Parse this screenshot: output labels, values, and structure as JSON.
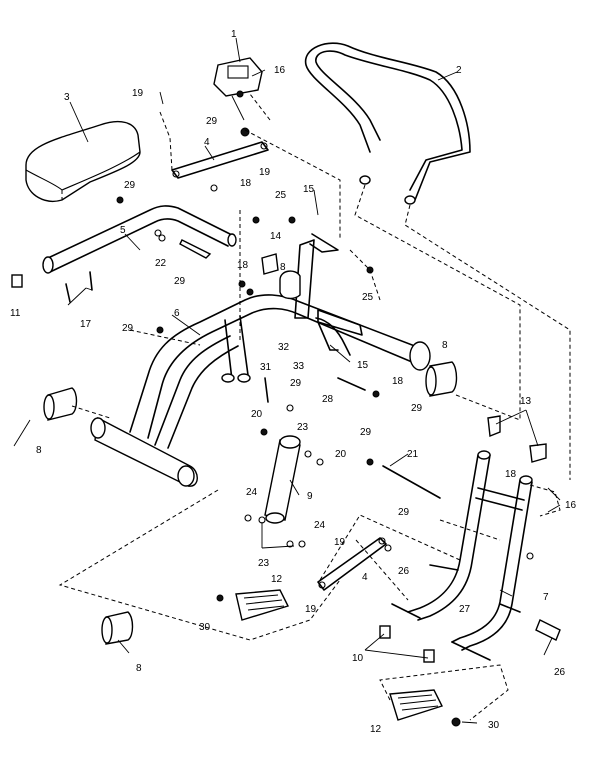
{
  "callouts": {
    "c1": "1",
    "c2": "2",
    "c3": "3",
    "c4a": "4",
    "c4b": "4",
    "c5": "5",
    "c6": "6",
    "c7": "7",
    "c8a": "8",
    "c8b": "8",
    "c8c": "8",
    "c8d": "8",
    "c9": "9",
    "c10": "10",
    "c11": "11",
    "c12a": "12",
    "c12b": "12",
    "c13": "13",
    "c14": "14",
    "c15a": "15",
    "c15b": "15",
    "c16a": "16",
    "c16b": "16",
    "c17": "17",
    "c18a": "18",
    "c18b": "18",
    "c18c": "18",
    "c18d": "18",
    "c19a": "19",
    "c19b": "19",
    "c19c": "19",
    "c19d": "19",
    "c20a": "20",
    "c20b": "20",
    "c21": "21",
    "c22": "22",
    "c23a": "23",
    "c23b": "23",
    "c24a": "24",
    "c24b": "24",
    "c25a": "25",
    "c25b": "25",
    "c26a": "26",
    "c26b": "26",
    "c27": "27",
    "c28": "28",
    "c29a": "29",
    "c29b": "29",
    "c29c": "29",
    "c29d": "29",
    "c29e": "29",
    "c29f": "29",
    "c29g": "29",
    "c29h": "29",
    "c30a": "30",
    "c30b": "30",
    "c31": "31",
    "c32": "32",
    "c33": "33"
  }
}
